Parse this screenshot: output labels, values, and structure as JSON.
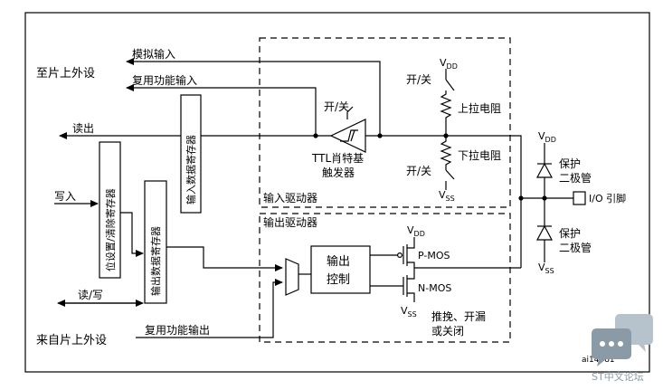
{
  "labels": {
    "to_peripheral": "至片上外设",
    "analog_input": "模拟输入",
    "alt_func_input": "复用功能输入",
    "read_out": "读出",
    "write_in": "写入",
    "read_write": "读/写",
    "from_peripheral": "来自片上外设",
    "alt_func_output": "复用功能输出",
    "bsrr": "位设置/清除寄存器",
    "idr": "输入数据寄存器",
    "odr": "输出数据寄存器",
    "on_off_schmitt": "开/关",
    "schmitt_line1": "TTL肖特基",
    "schmitt_line2": "触发器",
    "input_driver": "输入驱动器",
    "output_driver": "输出驱动器",
    "vdd": "V",
    "vdd_sub": "DD",
    "vss": "V",
    "vss_sub": "SS",
    "on_off_pullup": "开/关",
    "on_off_pulldown": "开/关",
    "pullup": "上拉电阻",
    "pulldown": "下拉电阻",
    "prot_line1": "保护",
    "prot_line2": "二极管",
    "io_pin": "I/O 引脚",
    "output_control_1": "输出",
    "output_control_2": "控制",
    "pmos": "P-MOS",
    "nmos": "N-MOS",
    "mode_line1": "推挽、开漏",
    "mode_line2": "或关闭",
    "figure_id": "ai14781",
    "watermark": "ST中文论坛"
  },
  "colors": {
    "line": "#000000",
    "watermark_bubble": "#8a9aa7",
    "watermark_text": "#8a9aa7"
  }
}
